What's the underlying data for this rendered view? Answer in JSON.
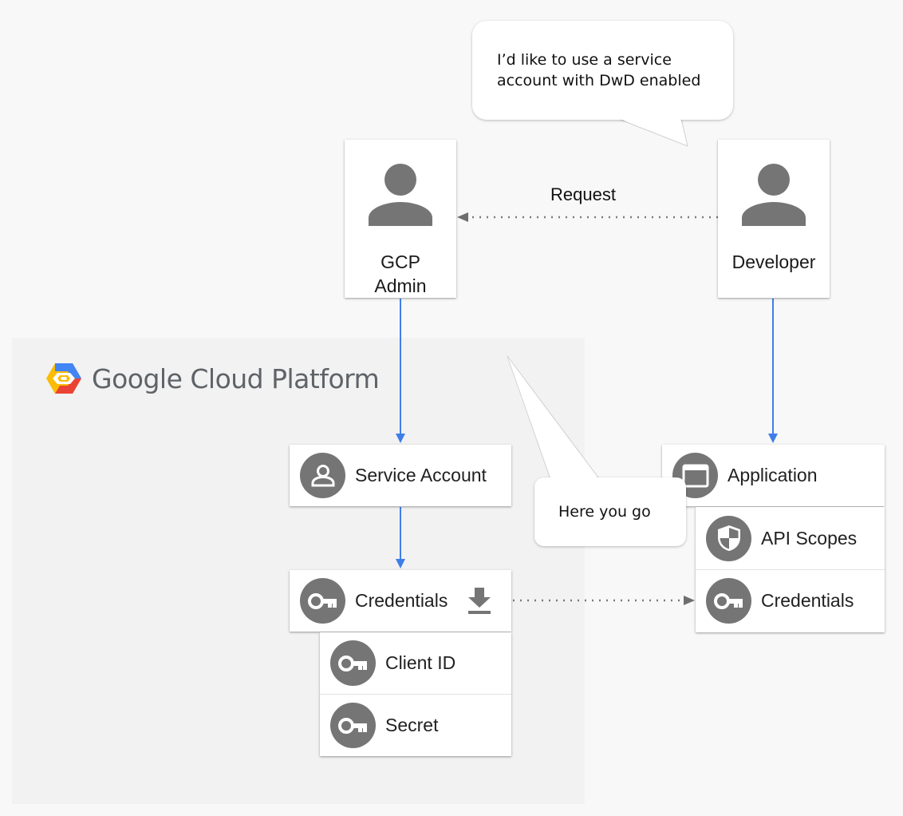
{
  "platform": {
    "logo_text": "Google Cloud Platform"
  },
  "actors": {
    "admin": {
      "line1": "GCP",
      "line2": "Admin"
    },
    "developer": {
      "label": "Developer"
    }
  },
  "edges": {
    "request_label": "Request"
  },
  "bubbles": {
    "developer_speech": {
      "line1": "I’d like to use a service",
      "line2": "account with DwD enabled"
    },
    "admin_speech": "Here you go"
  },
  "gcp_resources": {
    "service_account": "Service Account",
    "credentials": "Credentials",
    "client_id": "Client ID",
    "secret": "Secret"
  },
  "application": {
    "title": "Application",
    "api_scopes": "API Scopes",
    "credentials": "Credentials"
  },
  "colors": {
    "accent_blue": "#3f7ee8",
    "icon_gray": "#757575",
    "dotted_gray": "#7a7a7a"
  }
}
